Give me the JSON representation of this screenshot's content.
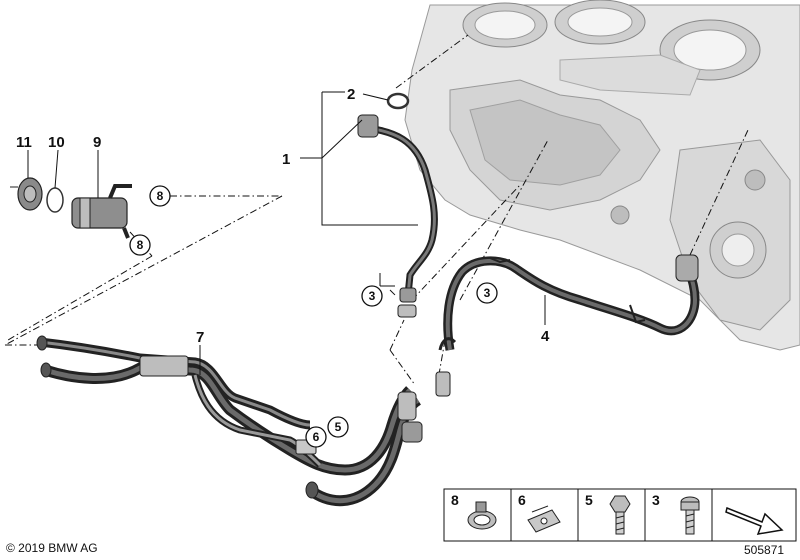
{
  "part_labels": {
    "p1": "1",
    "p2": "2",
    "p4": "4",
    "p7": "7",
    "p9": "9",
    "p10": "10",
    "p11": "11"
  },
  "circled_refs": {
    "c8a": "8",
    "c8b": "8",
    "c3a": "3",
    "c3b": "3",
    "c6": "6",
    "c5": "5"
  },
  "legend": {
    "items": [
      {
        "number": "8",
        "icon": "hose-clamp-icon"
      },
      {
        "number": "6",
        "icon": "clip-nut-icon"
      },
      {
        "number": "5",
        "icon": "hex-bolt-icon"
      },
      {
        "number": "3",
        "icon": "torx-screw-icon"
      }
    ],
    "arrow_icon": "direction-arrow-icon"
  },
  "footer": {
    "copyright": "© 2019 BMW AG",
    "diagram_number": "505871"
  },
  "colors": {
    "line": "#111111",
    "engine_fill": "#e6e6e6",
    "engine_shade": "#c8c8c8",
    "hose": "#3a3a3a",
    "metal": "#b0b0b0"
  }
}
